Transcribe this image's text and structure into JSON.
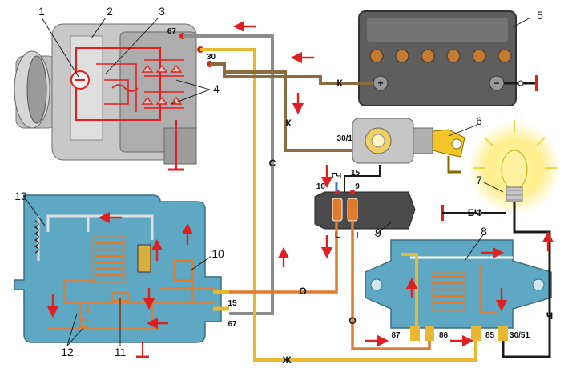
{
  "callouts": [
    "1",
    "2",
    "3",
    "4",
    "5",
    "6",
    "7",
    "8",
    "9",
    "10",
    "11",
    "12",
    "13"
  ],
  "wire_labels": {
    "k1": "К",
    "k2": "К",
    "c": "С",
    "o1": "О",
    "o2": "О",
    "zh": "Ж",
    "ch": "Ч",
    "gch": "ГЧ",
    "bch": "БЧ"
  },
  "terminals": {
    "alt_67": "67",
    "alt_30": "30",
    "sw_30_1": "30/1",
    "sw_15": "15",
    "blk_10": "10",
    "blk_9": "9",
    "blk_l": "L",
    "blk_i": "I",
    "reg_15": "15",
    "reg_67": "67",
    "relay_87": "87",
    "relay_86": "86",
    "relay_85": "85",
    "relay_30_51": "30/51"
  },
  "battery_signs": {
    "plus": "+",
    "minus": "−"
  },
  "colors": {
    "cable_gray": "#8c8c8c",
    "cable_brown": "#8a6c40",
    "cable_orange": "#e07b2e",
    "cable_yellow": "#e8b830",
    "cable_black": "#1a1a1a",
    "arrow_red": "#e02020",
    "regulator_blue": "#5ea8c4",
    "battery_gray": "#6a6a6a",
    "block_dark": "#4a4a4a"
  }
}
